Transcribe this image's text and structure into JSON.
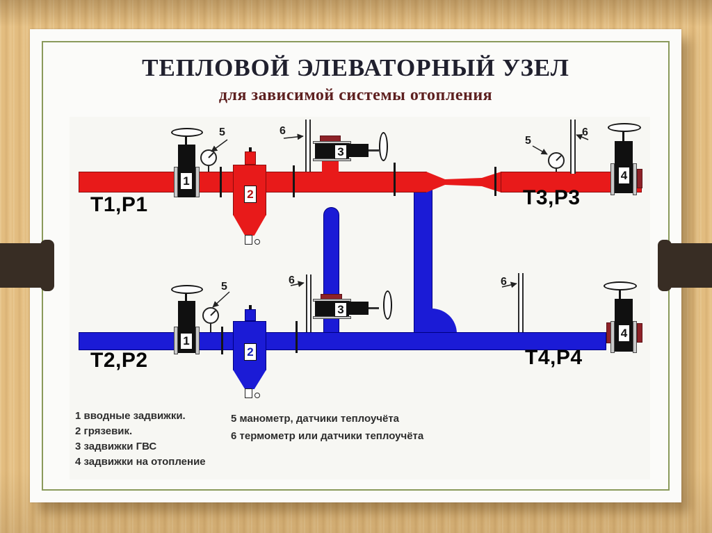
{
  "slide": {
    "title": "ТЕПЛОВОЙ ЭЛЕВАТОРНЫЙ УЗЕЛ",
    "subtitle": "для зависимой системы отопления"
  },
  "diagram": {
    "pipe_labels": {
      "supply_inlet": "Т1,Р1",
      "return_inlet": "Т2,Р2",
      "supply_outlet": "Т3,Р3",
      "return_outlet": "Т4,Р4"
    },
    "tags": {
      "inlet_valve": "1",
      "mud_trap": "2",
      "gvs_valve": "3",
      "heating_valve": "4",
      "manometer": "5",
      "thermometer": "6"
    },
    "colors": {
      "supply_pipe": "#e81a1a",
      "return_pipe": "#1b1bd6",
      "valve_body": "#101010",
      "flange_accent": "#8e2228"
    }
  },
  "legend": {
    "left": [
      "1 вводные задвижки.",
      "2 грязевик.",
      "3 задвижки ГВС",
      "4 задвижки на отопление"
    ],
    "right": [
      "5 манометр, датчики теплоучёта",
      "6 термометр или датчики теплоучёта"
    ]
  }
}
